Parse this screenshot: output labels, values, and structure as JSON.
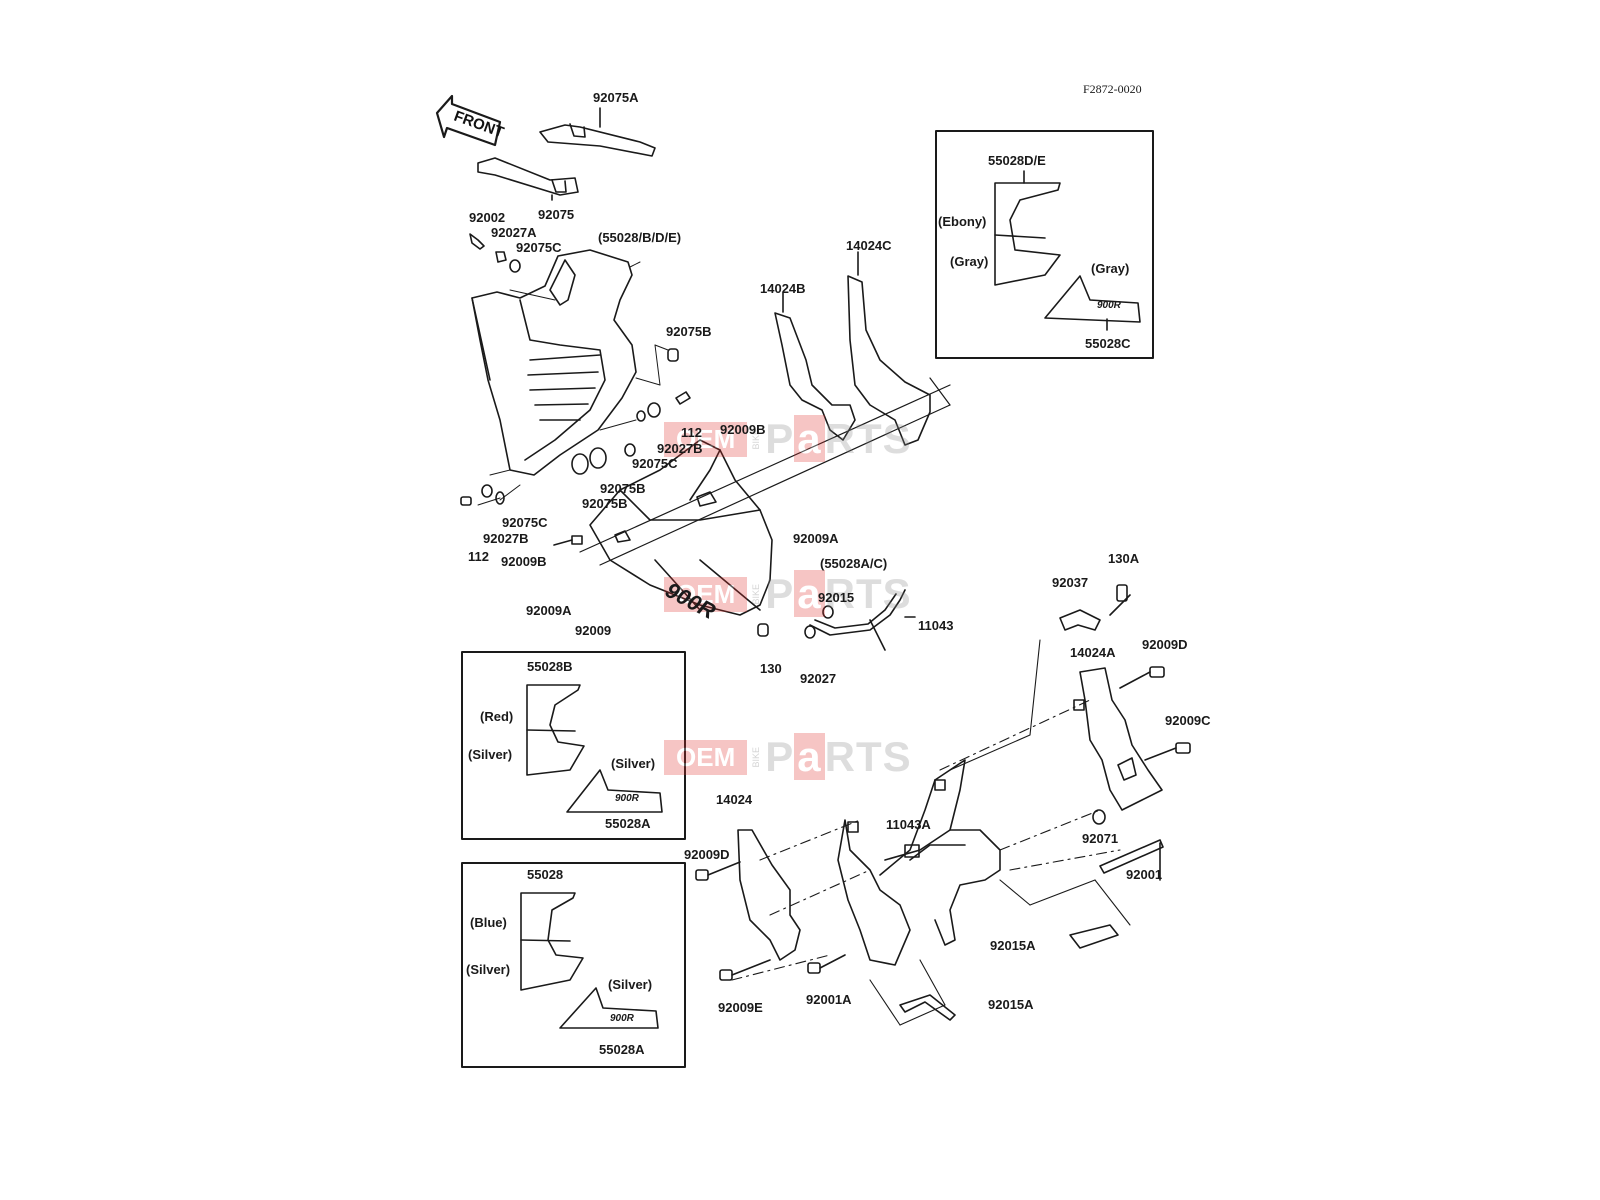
{
  "diagram_code": "F2872-0020",
  "front_label": "FRONT",
  "watermark": {
    "brand_box": "OEM",
    "vertical": "BIKE",
    "text_a": "P",
    "text_b": "a",
    "text_c": "RTS"
  },
  "labels": {
    "p92075A": "92075A",
    "p92075": "92075",
    "p92002": "92002",
    "p92027A": "92027A",
    "p92075C_top": "92075C",
    "p55028BDE": "(55028/B/D/E)",
    "p92075B_r": "92075B",
    "p112_mid": "112",
    "p92027B_mid": "92027B",
    "p92075C_mid": "92075C",
    "p92075B_low1": "92075B",
    "p92075B_low2": "92075B",
    "p92075C_low": "92075C",
    "p92027B_low": "92027B",
    "p112_low": "112",
    "p92009B_low": "92009B",
    "p92009B_up": "92009B",
    "p92009A_r": "92009A",
    "p55028AC": "(55028A/C)",
    "p92015": "92015",
    "p11043": "11043",
    "p92009A_l": "92009A",
    "p92009": "92009",
    "p130": "130",
    "p92027": "92027",
    "p14024B": "14024B",
    "p14024C": "14024C",
    "p130A": "130A",
    "p92037": "92037",
    "p14024A": "14024A",
    "p92009D_r": "92009D",
    "p92009C": "92009C",
    "p92071": "92071",
    "p92001": "92001",
    "p14024": "14024",
    "p11043A": "11043A",
    "p92009D_l": "92009D",
    "p92015A_up": "92015A",
    "p92015A_low": "92015A",
    "p92009E": "92009E",
    "p92001A": "92001A"
  },
  "inset_top_right": {
    "part_top": "55028D/E",
    "color1": "(Ebony)",
    "color2": "(Gray)",
    "color3": "(Gray)",
    "decal_text": "900R",
    "part_bottom": "55028C"
  },
  "inset_mid_left": {
    "part_top": "55028B",
    "color1": "(Red)",
    "color2": "(Silver)",
    "color3": "(Silver)",
    "decal_text": "900R",
    "part_bottom": "55028A"
  },
  "inset_low_left": {
    "part_top": "55028",
    "color1": "(Blue)",
    "color2": "(Silver)",
    "color3": "(Silver)",
    "decal_text": "900R",
    "part_bottom": "55028A"
  },
  "fairing_decal": "900R"
}
